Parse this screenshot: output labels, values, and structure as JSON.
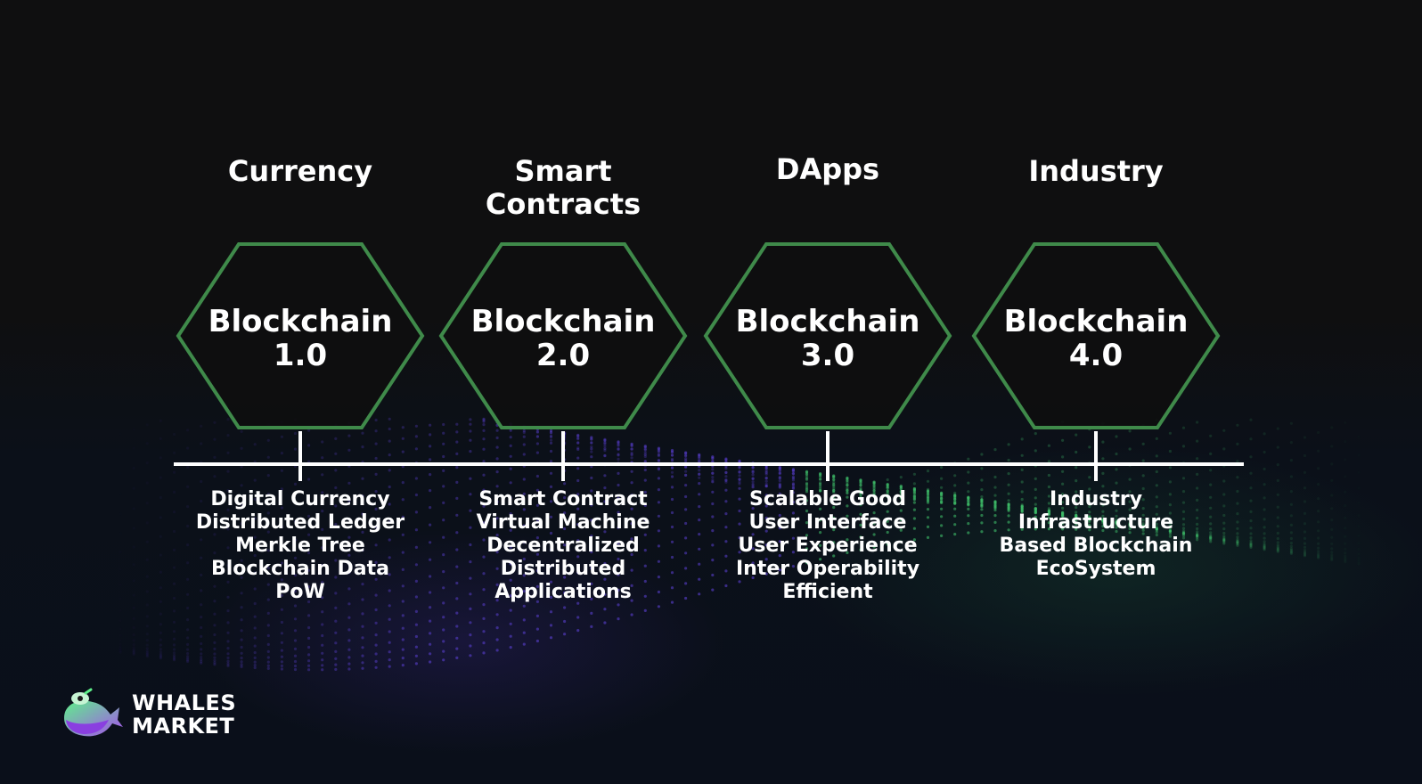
{
  "colors": {
    "hex_stroke": "#3f8a4a",
    "timeline": "#ffffff",
    "text": "#ffffff",
    "dots_purple": "#5a3fd0",
    "dots_green": "#3fbf6a"
  },
  "eras": [
    {
      "title": "Currency",
      "label_line1": "Blockchain",
      "label_line2": "1.0",
      "features": [
        "Digital Currency",
        "Distributed Ledger",
        "Merkle Tree",
        "Blockchain Data",
        "PoW"
      ]
    },
    {
      "title": "Smart\nContracts",
      "label_line1": "Blockchain",
      "label_line2": "2.0",
      "features": [
        "Smart Contract",
        "Virtual Machine",
        "Decentralized",
        "Distributed",
        "Applications"
      ]
    },
    {
      "title": "DApps",
      "label_line1": "Blockchain",
      "label_line2": "3.0",
      "features": [
        "Scalable Good",
        "User Interface",
        "User Experience",
        "Inter Operability",
        "Efficient"
      ]
    },
    {
      "title": "Industry",
      "label_line1": "Blockchain",
      "label_line2": "4.0",
      "features": [
        "Industry",
        "Infrastructure",
        "Based Blockchain",
        "EcoSystem"
      ]
    }
  ],
  "logo": {
    "line1": "WHALES",
    "line2": "MARKET",
    "icon": "whale-icon"
  }
}
